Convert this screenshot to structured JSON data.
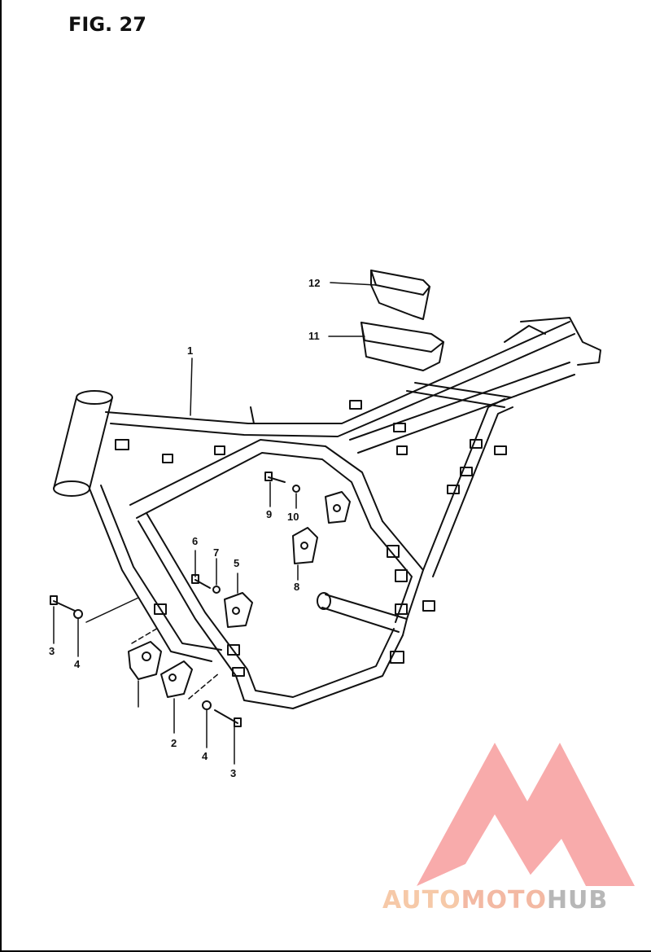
{
  "figure_label": "FIG. 27",
  "callouts": [
    {
      "id": "c1",
      "label": "1"
    },
    {
      "id": "c2",
      "label": "2"
    },
    {
      "id": "c3a",
      "label": "3"
    },
    {
      "id": "c3b",
      "label": "3"
    },
    {
      "id": "c4a",
      "label": "4"
    },
    {
      "id": "c4b",
      "label": "4"
    },
    {
      "id": "c5",
      "label": "5"
    },
    {
      "id": "c6",
      "label": "6"
    },
    {
      "id": "c7",
      "label": "7"
    },
    {
      "id": "c8",
      "label": "8"
    },
    {
      "id": "c9",
      "label": "9"
    },
    {
      "id": "c10",
      "label": "10"
    },
    {
      "id": "c11",
      "label": "11"
    },
    {
      "id": "c12",
      "label": "12"
    }
  ],
  "watermark": {
    "part1": "AUTO",
    "part2": "MOTO",
    "part3": "HUB"
  },
  "colors": {
    "line": "#111111",
    "logo_red": "#f58f8f",
    "logo_orange": "#f6c9a8",
    "logo_gray": "#b7b7b7"
  }
}
